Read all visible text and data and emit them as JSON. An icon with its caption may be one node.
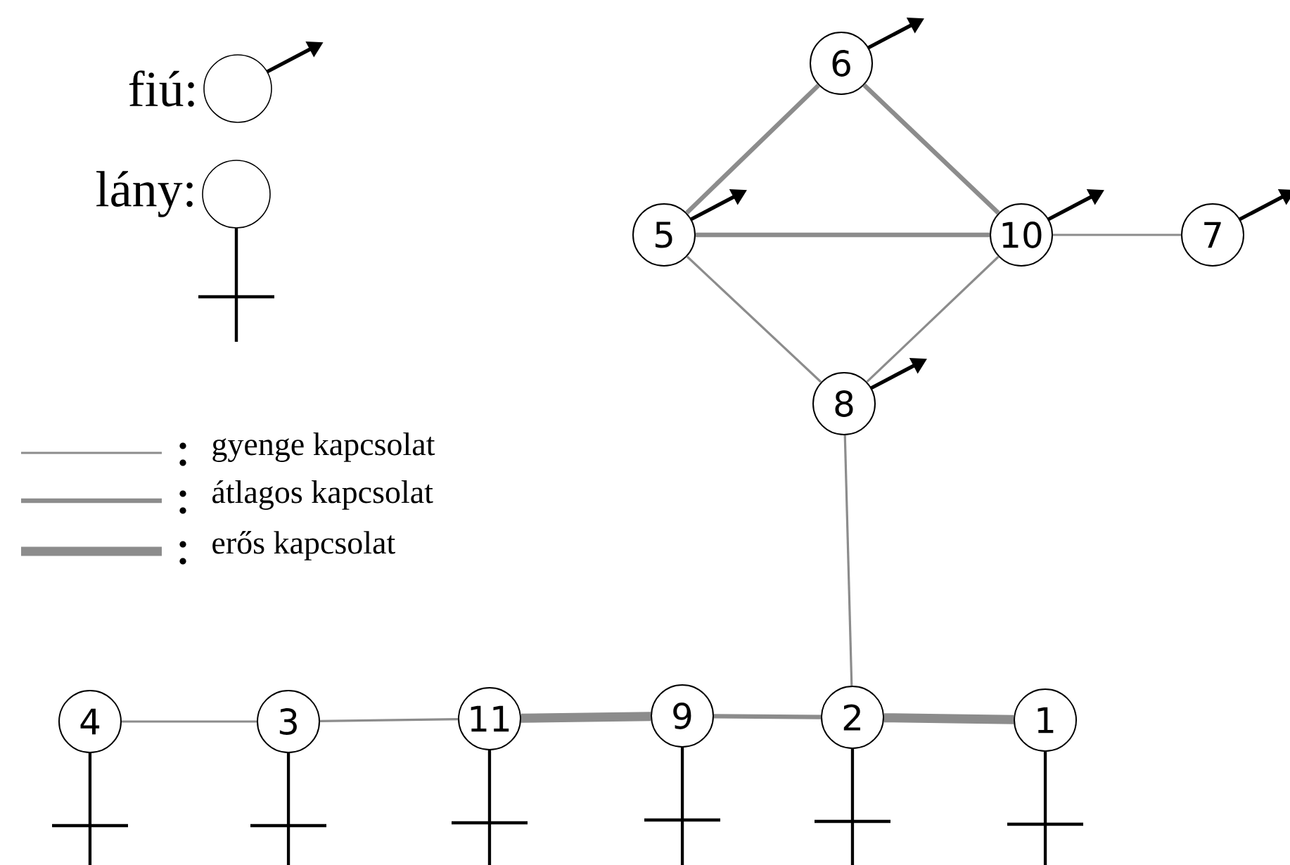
{
  "diagram": {
    "nodes": [
      {
        "text": [
          "6"
        ]
      },
      {
        "text": [
          "5"
        ]
      },
      {
        "text": [
          "10"
        ]
      },
      {
        "text": [
          "7"
        ]
      },
      {
        "text": [
          "8"
        ]
      },
      {
        "text": [
          "4"
        ]
      },
      {
        "text": [
          "3"
        ]
      },
      {
        "text": [
          "11"
        ]
      },
      {
        "text": [
          "9"
        ]
      },
      {
        "text": [
          "2"
        ]
      },
      {
        "text": [
          "1"
        ]
      }
    ],
    "edges": [
      {
        "from": 1,
        "to": 0,
        "arrow": "none",
        "style": "thick"
      },
      {
        "from": 0,
        "to": 2,
        "arrow": "none",
        "style": "thick"
      },
      {
        "from": 1,
        "to": 2,
        "arrow": "none",
        "style": "thick"
      },
      {
        "from": 2,
        "to": 3,
        "arrow": "none"
      },
      {
        "from": 1,
        "to": 4,
        "arrow": "none"
      },
      {
        "from": 2,
        "to": 4,
        "arrow": "none"
      },
      {
        "from": 4,
        "to": 9,
        "arrow": "none"
      },
      {
        "from": 5,
        "to": 6,
        "arrow": "none"
      },
      {
        "from": 6,
        "to": 7,
        "arrow": "none"
      },
      {
        "from": 7,
        "to": 8,
        "arrow": "none",
        "style": "thick"
      },
      {
        "from": 8,
        "to": 9,
        "arrow": "none",
        "style": "thick"
      },
      {
        "from": 9,
        "to": 10,
        "arrow": "none",
        "style": "thick"
      }
    ],
    "legend": [
      {
        "text": "fiú:"
      },
      {
        "text": "lány:"
      },
      {
        "text": "gyenge kapcsolat"
      },
      {
        "text": "átlagos kapcsolat"
      },
      {
        "text": "erős kapcsolat"
      }
    ]
  }
}
